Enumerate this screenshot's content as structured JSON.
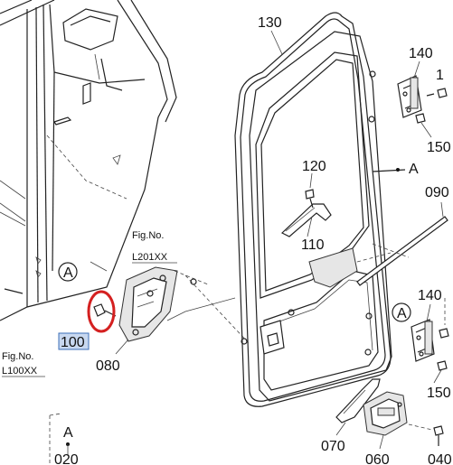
{
  "callouts": {
    "c130": "130",
    "c140a": "140",
    "c140b": "140",
    "c150a": "150",
    "c150b": "150",
    "c120": "120",
    "c110": "110",
    "c090": "090",
    "c080": "080",
    "c100": "100",
    "c070": "070",
    "c060": "060",
    "c040": "040",
    "c020": "020"
  },
  "refs": {
    "fig_right_line1": "Fig.No.",
    "fig_right_line2": "L201XX",
    "fig_left_line1": "Fig.No.",
    "fig_left_line2": "L100XX"
  },
  "markers": {
    "a_cab": "A",
    "a_door_arrow": "A",
    "a_hinge_lower": "A",
    "a_bottom_left": "A"
  },
  "highlight": {
    "selected_part": "100",
    "circle_color": "#d42020",
    "selection_color": "#c8d8f0"
  }
}
